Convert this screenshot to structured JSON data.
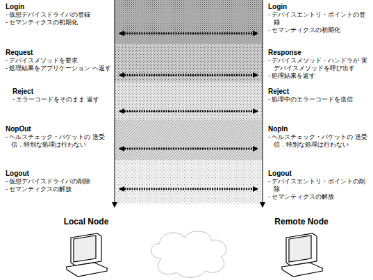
{
  "diagram": {
    "labels": [
      "Login",
      "- 仮想デバイスドライバの登録",
      "- セマンティクスの初期化",
      "Login",
      "- デバイスエントリ・ポイントの登録",
      "- セマンティクスの初期化",
      "Request",
      "- デバイスメソッドを要求",
      "- 処理結果をアプリケーション へ返す",
      "Response",
      "- デバイスメソッド・ハンドラが 実デバイスメソッドを呼び出す",
      "- 処理結果を返す",
      "Reject",
      "- エラーコードをそのまま 返す",
      "Reject",
      "- 処理中のエラーコードを送信",
      "NopOut",
      "- ヘルスチェック・パケットの 送受信．特別な処理は行わない",
      "NopIn",
      "- ヘルスチェック・パケットの 送受信．特別な処理は行わない",
      "Logout",
      "- 仮想デバイスドライバの削除",
      "- セマンティクスの解放",
      "Logout",
      "- デバイスエントリ・ポイントの削除",
      "- セマンティクスの解放",
      "Local Node",
      "Remote Node"
    ]
  }
}
